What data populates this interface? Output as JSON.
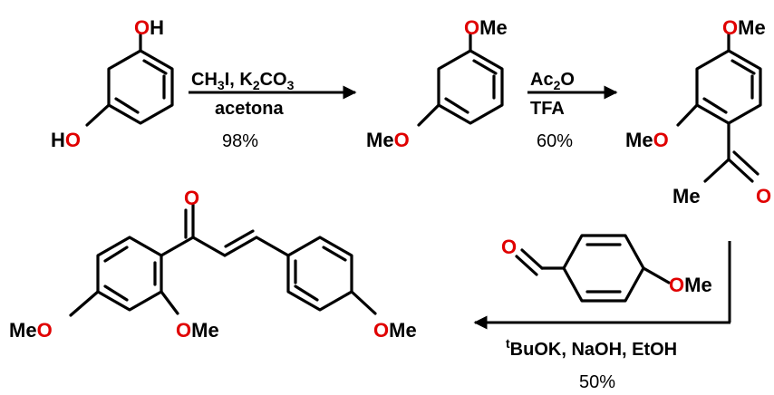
{
  "step1": {
    "reagents_top": {
      "a": "CH",
      "a_sub": "3",
      "b": "I, K",
      "b_sub": "2",
      "c": "CO",
      "c_sub": "3"
    },
    "reagents_bottom": "acetona",
    "yield": "98%"
  },
  "step2": {
    "reagents_top": {
      "a": "Ac",
      "a_sub": "2",
      "b": "O"
    },
    "reagents_bottom": "TFA",
    "yield": "60%"
  },
  "step3": {
    "reagents_bottom": {
      "sup": "t",
      "text": "BuOK, NaOH, EtOH"
    },
    "yield": "50%"
  },
  "resorcinol": {
    "oh_top": {
      "o": "O",
      "h": "H"
    },
    "oh_bottom": {
      "h": "H",
      "o": "O"
    }
  },
  "dimethoxybenzene": {
    "ome_top": {
      "o": "O",
      "me": "Me"
    },
    "ome_bottom": {
      "me": "Me",
      "o": "O"
    }
  },
  "acetophenone": {
    "ome_top": {
      "o": "O",
      "me": "Me"
    },
    "ome_left": {
      "me": "Me",
      "o": "O"
    },
    "me_acyl": "Me",
    "o_acyl": "O"
  },
  "anisaldehyde": {
    "o_aldehyde": "O",
    "ome": {
      "o": "O",
      "me": "Me"
    }
  },
  "chalcone": {
    "o_carbonyl": "O",
    "ome_left": {
      "me": "Me",
      "o": "O"
    },
    "ome_ortho": {
      "o": "O",
      "me": "Me"
    },
    "ome_right": {
      "o": "O",
      "me": "Me"
    }
  },
  "colors": {
    "oxygen": "#e00000",
    "bonds": "#000000"
  }
}
